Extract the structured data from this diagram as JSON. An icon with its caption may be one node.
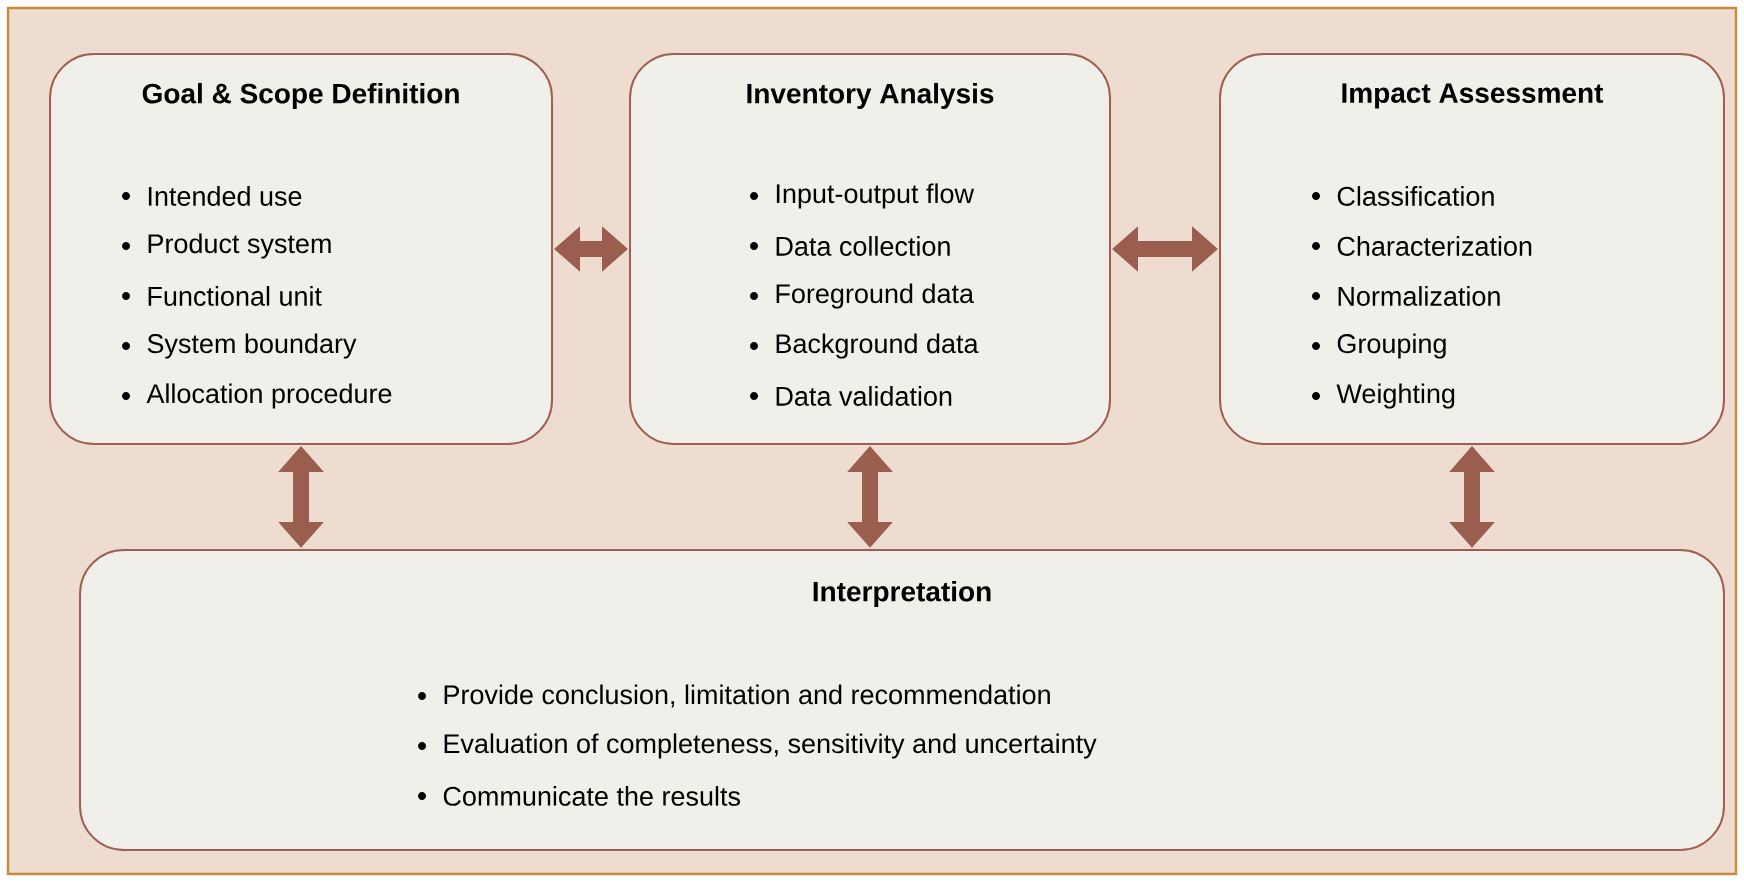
{
  "diagram": {
    "nodes": [
      {
        "text": [
          "Goal & Scope Definition",
          "Intended use",
          "Product system",
          "Functional unit",
          "System boundary",
          "Allocation procedure"
        ]
      },
      {
        "text": [
          "Inventory Analysis",
          "Input-output flow",
          "Data collection",
          "Foreground data",
          "Background data",
          "Data validation"
        ]
      },
      {
        "text": [
          "Impact Assessment",
          "Classification",
          "Characterization",
          "Normalization",
          "Grouping",
          "Weighting"
        ]
      },
      {
        "text": [
          "Interpretation",
          "Provide conclusion, limitation and recommendation",
          "Evaluation of completeness, sensitivity and uncertainty",
          "Communicate the results"
        ]
      }
    ],
    "edges": [
      {
        "from": 0,
        "to": 1,
        "arrow": "both"
      },
      {
        "from": 1,
        "to": 2,
        "arrow": "both"
      },
      {
        "from": 0,
        "to": 3,
        "arrow": "both"
      },
      {
        "from": 1,
        "to": 3,
        "arrow": "both"
      },
      {
        "from": 2,
        "to": 3,
        "arrow": "both"
      }
    ]
  }
}
